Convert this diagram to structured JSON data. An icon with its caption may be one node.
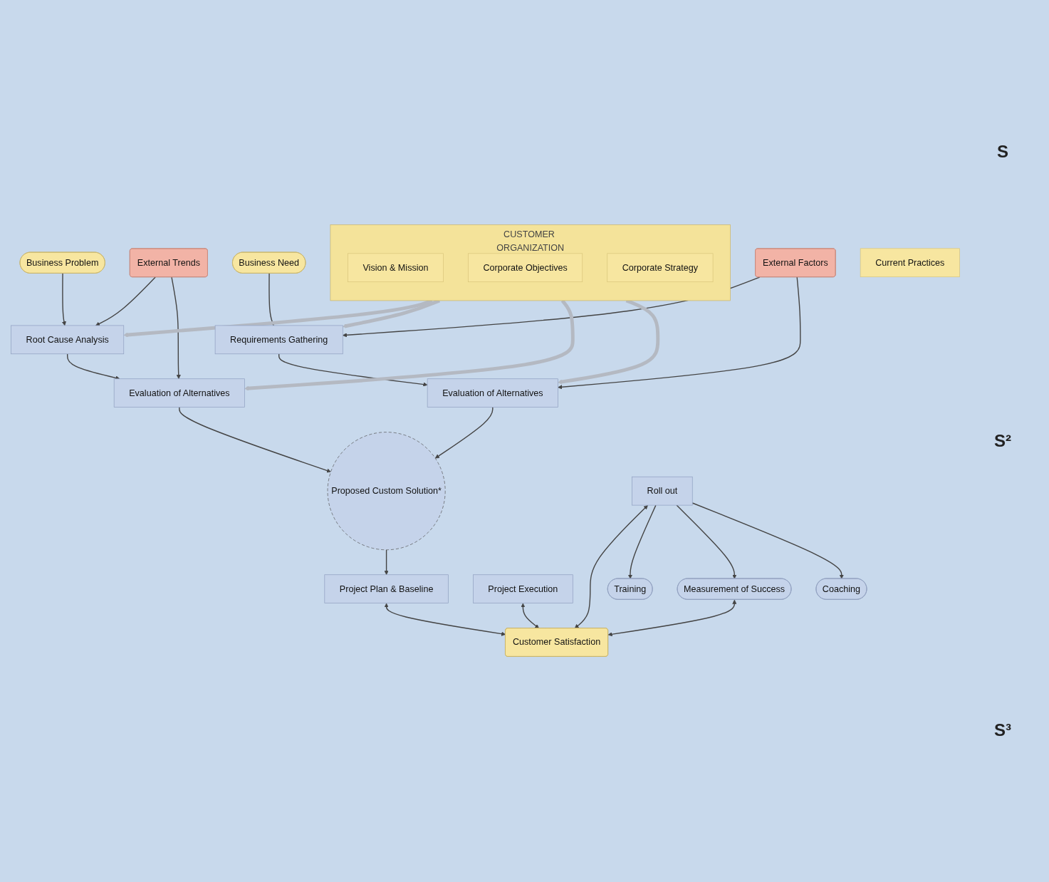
{
  "diagram": {
    "nodes": [
      {
        "text": [
          "Business Problem"
        ]
      },
      {
        "text": [
          "Business Need"
        ]
      },
      {
        "text": [
          "CUSTOMER ORGANIZATION"
        ]
      },
      {
        "text": [
          "Vision & Mission"
        ],
        "in": 2
      },
      {
        "text": [
          "Corporate Objectives"
        ],
        "in": 2
      },
      {
        "text": [
          "Corporate Strategy"
        ],
        "in": 2
      },
      {
        "text": [
          "External Trends"
        ]
      },
      {
        "text": [
          "Root Cause Analysis"
        ]
      },
      {
        "text": [
          "Requirements Gathering"
        ]
      },
      {
        "text": [
          "External Factors"
        ]
      },
      {
        "text": [
          "Evaluation of Alternatives"
        ]
      },
      {
        "text": [
          "Evaluation of Alternatives"
        ]
      },
      {
        "text": [
          "Current Practices"
        ]
      },
      {
        "text": [
          "Proposed Custom Solution*"
        ]
      },
      {
        "text": [
          "Project Plan & Baseline"
        ]
      },
      {
        "text": [
          "Project Execution"
        ]
      },
      {
        "text": [
          "Roll out"
        ]
      },
      {
        "text": [
          "Customer Satisfaction"
        ]
      },
      {
        "text": [
          "Training"
        ]
      },
      {
        "text": [
          "Coaching"
        ]
      },
      {
        "text": [
          "Measurement of Success"
        ]
      }
    ],
    "edges": [
      {
        "from": 0,
        "to": 7,
        "arrow": "to"
      },
      {
        "from": 1,
        "to": 8,
        "arrow": "to"
      },
      {
        "from": 6,
        "to": 7,
        "arrow": "to"
      },
      {
        "from": 9,
        "to": 8,
        "arrow": "to"
      },
      {
        "from": 7,
        "to": 10,
        "arrow": "to"
      },
      {
        "from": 8,
        "to": 11,
        "arrow": "to"
      },
      {
        "from": 6,
        "to": 10,
        "arrow": "to"
      },
      {
        "from": 9,
        "to": 11,
        "arrow": "to"
      },
      {
        "from": 2,
        "to": 7,
        "arrow": "to",
        "style": "thick",
        "color": "#b4b9c2"
      },
      {
        "from": 2,
        "to": 8,
        "arrow": "to",
        "style": "thick",
        "color": "#b4b9c2"
      },
      {
        "from": 2,
        "to": 10,
        "arrow": "to",
        "style": "thick",
        "color": "#b4b9c2"
      },
      {
        "from": 2,
        "to": 11,
        "arrow": "to",
        "style": "thick",
        "color": "#b4b9c2"
      },
      {
        "from": 10,
        "to": 13,
        "arrow": "to"
      },
      {
        "from": 11,
        "to": 13,
        "arrow": "to"
      },
      {
        "from": 13,
        "to": 14,
        "arrow": "to"
      },
      {
        "from": 14,
        "to": 17,
        "arrow": "both"
      },
      {
        "from": 15,
        "to": 17,
        "arrow": "both"
      },
      {
        "from": 16,
        "to": 17,
        "arrow": "both"
      },
      {
        "from": 16,
        "to": 18,
        "arrow": "to"
      },
      {
        "from": 16,
        "to": 20,
        "arrow": "to"
      },
      {
        "from": 16,
        "to": 19,
        "arrow": "to"
      },
      {
        "from": 20,
        "to": 17,
        "arrow": "both"
      }
    ],
    "labels": [
      "S",
      "S²",
      "S³"
    ]
  }
}
